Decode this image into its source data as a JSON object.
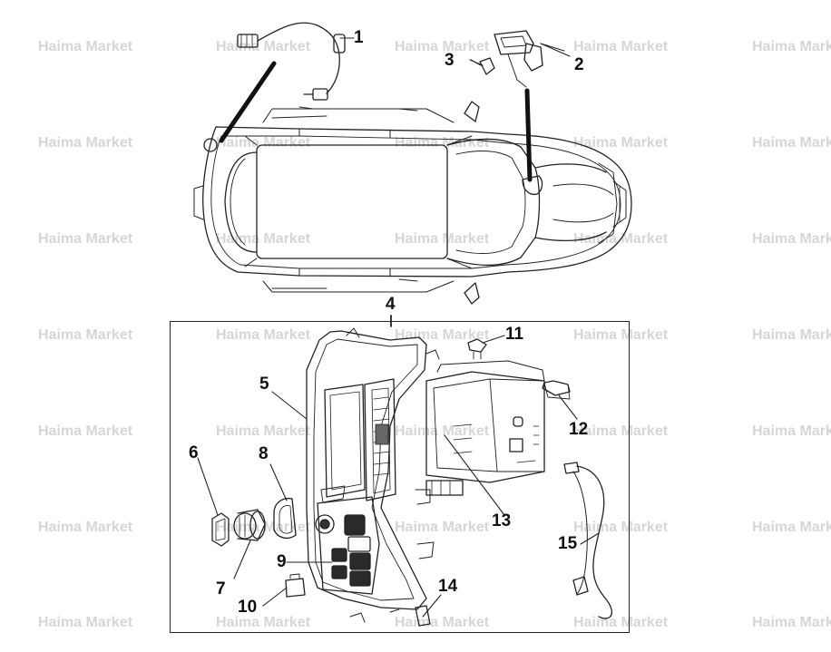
{
  "watermark": "Haima Market",
  "callouts": [
    "1",
    "2",
    "3",
    "4",
    "5",
    "6",
    "7",
    "8",
    "9",
    "10",
    "11",
    "12",
    "13",
    "14",
    "15"
  ]
}
